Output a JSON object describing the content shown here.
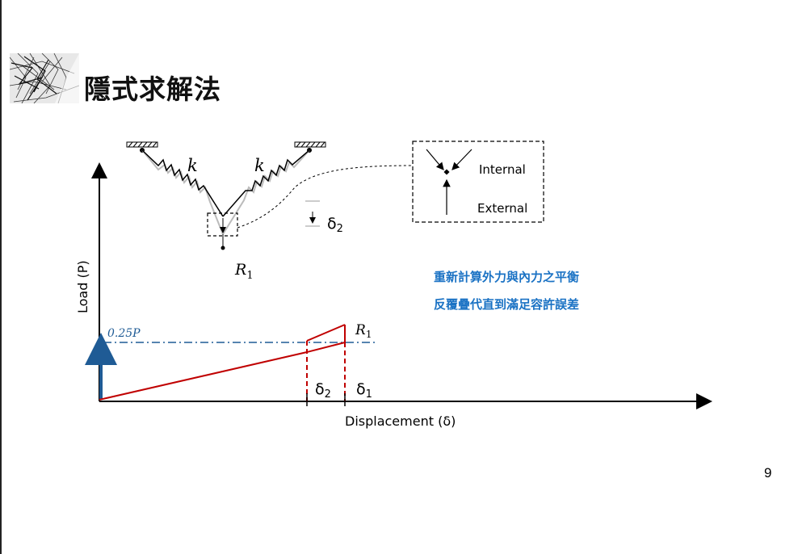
{
  "title": "隱式求解法",
  "page_number": "9",
  "notes": [
    "重新計算外力與內力之平衡",
    "反覆疊代直到滿足容許誤差"
  ],
  "axes": {
    "ylabel": "Load (P)",
    "xlabel": "Displacement (δ)"
  },
  "labels": {
    "load_level": "0.25P",
    "spring_left": "k",
    "spring_right": "k",
    "residual_node": "R1",
    "residual_graph": "R1",
    "delta2_top": "δ2",
    "delta2_axis": "δ2",
    "delta1_axis": "δ1"
  },
  "inset": {
    "internal": "Internal",
    "external": "External"
  },
  "colors": {
    "load_arrow": "#1f5b95",
    "dashdot_line": "#1f5b95",
    "response_line": "#c00000",
    "note_text": "#1a72c4"
  }
}
